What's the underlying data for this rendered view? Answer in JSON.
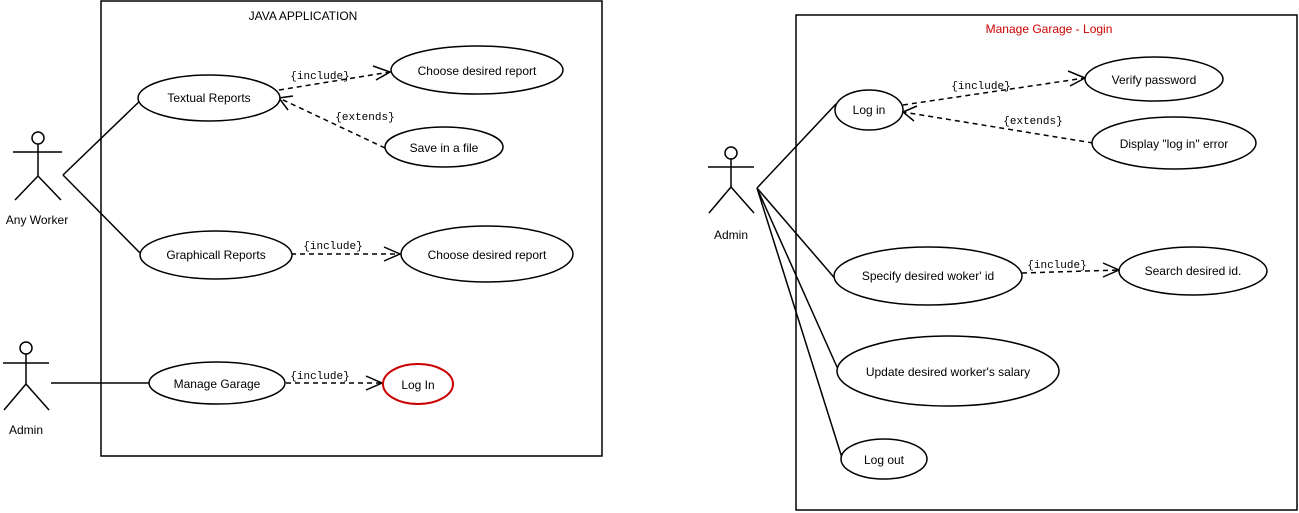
{
  "left_diagram": {
    "title": "JAVA APPLICATION",
    "actors": {
      "any_worker": "Any Worker",
      "admin": "Admin"
    },
    "use_cases": {
      "textual_reports": "Textual Reports",
      "choose_report_1": "Choose desired report",
      "save_file": "Save in a file",
      "graphical_reports": "Graphicall Reports",
      "choose_report_2": "Choose desired report",
      "manage_garage": "Manage Garage",
      "log_in": "Log In"
    },
    "relations": {
      "include_1": "{include}",
      "extends_1": "{extends}",
      "include_2": "{include}",
      "include_3": "{include}"
    }
  },
  "right_diagram": {
    "title": "Manage Garage - Login",
    "actors": {
      "admin": "Admin"
    },
    "use_cases": {
      "log_in": "Log in",
      "verify_password": "Verify password",
      "display_error": "Display \"log in\" error",
      "specify_worker": "Specify desired woker' id",
      "search_id": "Search desired id.",
      "update_salary": "Update desired worker's salary",
      "log_out": "Log out"
    },
    "relations": {
      "include_1": "{include}",
      "extends_1": "{extends}",
      "include_2": "{include}"
    }
  },
  "colors": {
    "highlight": "#cc0000",
    "line": "#000000",
    "background": "#ffffff"
  }
}
